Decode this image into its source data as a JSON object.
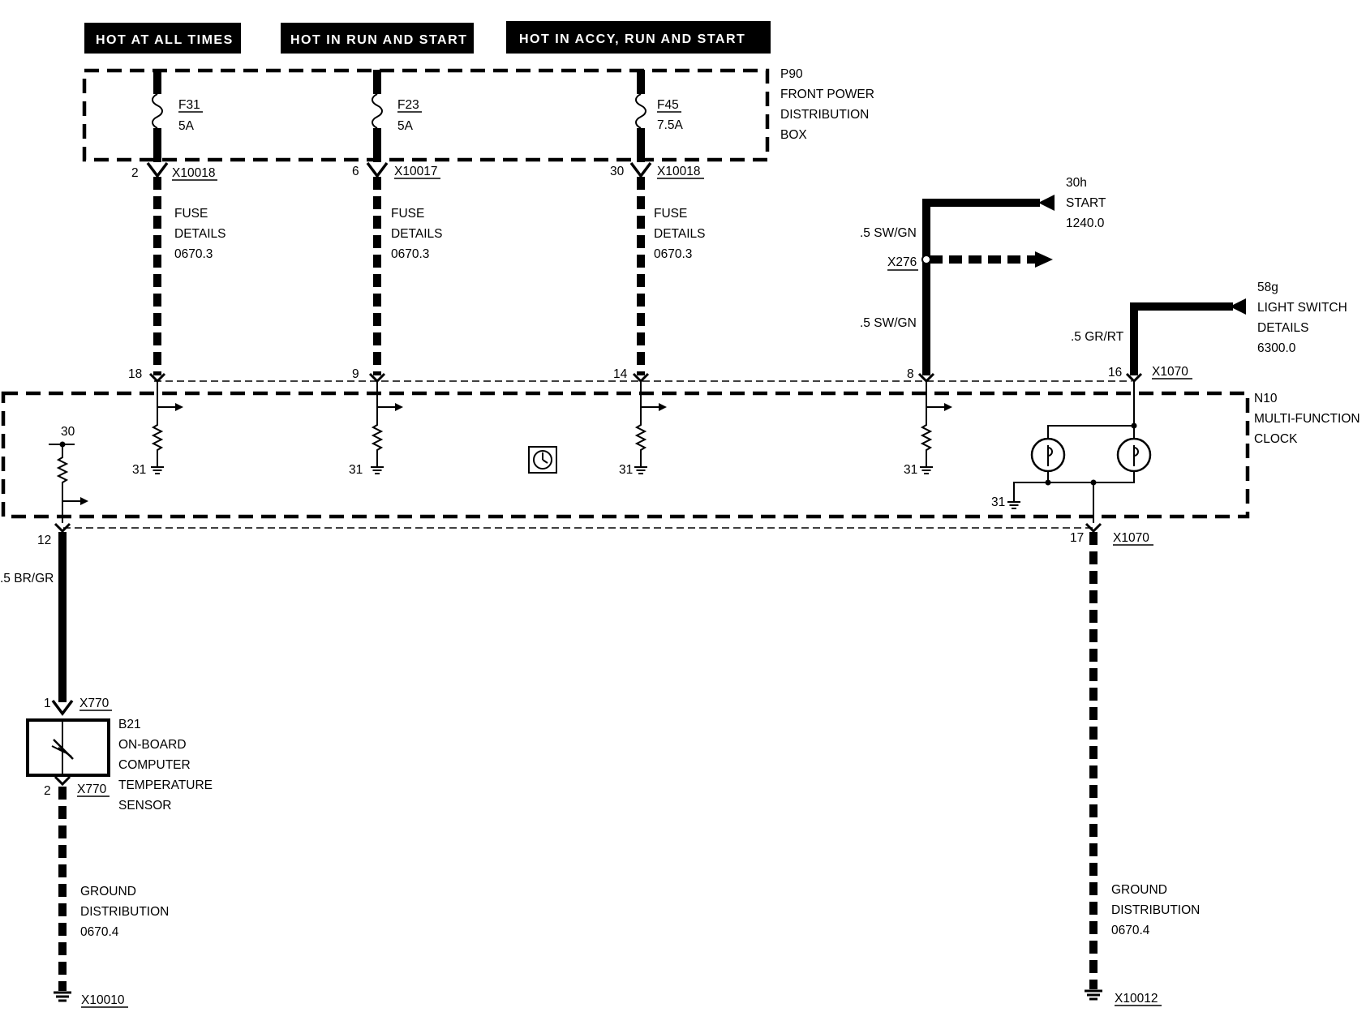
{
  "headers": [
    "HOT AT ALL TIMES",
    "HOT IN RUN AND START",
    "HOT IN ACCY, RUN  AND  START"
  ],
  "power_box": {
    "id": "P90",
    "name_lines": [
      "FRONT POWER",
      "DISTRIBUTION",
      "BOX"
    ]
  },
  "circuits": [
    {
      "fuse": "F31",
      "rating": "5A",
      "pin_top": "2",
      "connector": "X10018",
      "details": [
        "FUSE",
        "DETAILS",
        "0670.3"
      ],
      "pin_clock": "18",
      "ground": "31"
    },
    {
      "fuse": "F23",
      "rating": "5A",
      "pin_top": "6",
      "connector": "X10017",
      "details": [
        "FUSE",
        "DETAILS",
        "0670.3"
      ],
      "pin_clock": "9",
      "ground": "31"
    },
    {
      "fuse": "F45",
      "rating": "7.5A",
      "pin_top": "30",
      "connector": "X10018",
      "details": [
        "FUSE",
        "DETAILS",
        "0670.3"
      ],
      "pin_clock": "14",
      "ground": "31"
    }
  ],
  "start": {
    "ref": "30h",
    "label": "START",
    "page": "1240.0",
    "wire_upper": ".5 SW/GN",
    "splice": "X276",
    "wire_lower": ".5 SW/GN",
    "pin": "8",
    "ground": "31"
  },
  "light_switch": {
    "ref": "58g",
    "label_lines": [
      "LIGHT SWITCH",
      "DETAILS"
    ],
    "page": "6300.0",
    "wire": ".5 GR/RT",
    "pin": "16",
    "connector": "X1070",
    "ground": "31"
  },
  "clock_module": {
    "id": "N10",
    "name_lines": [
      "MULTI-FUNCTION",
      "CLOCK"
    ],
    "term_30": "30",
    "pin_out": "12",
    "pin_ground": "17",
    "ground_connector": "X1070"
  },
  "sensor": {
    "wire": ".5 BR/GR",
    "pin_top": "1",
    "conn_top": "X770",
    "pin_bottom": "2",
    "conn_bottom": "X770",
    "id": "B21",
    "name_lines": [
      "ON-BOARD",
      "COMPUTER",
      "TEMPERATURE",
      "SENSOR"
    ]
  },
  "ground_left": {
    "lines": [
      "GROUND",
      "DISTRIBUTION",
      "0670.4"
    ],
    "connector": "X10010"
  },
  "ground_right": {
    "lines": [
      "GROUND",
      "DISTRIBUTION",
      "0670.4"
    ],
    "connector": "X10012"
  }
}
